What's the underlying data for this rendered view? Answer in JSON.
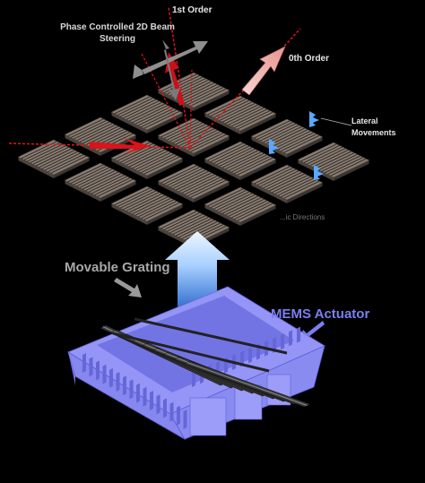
{
  "labels": {
    "phase_steering": "Phase Controlled 2D Beam Steering",
    "first_order": "1st Order",
    "zero_order": "0th Order",
    "lateral_movements": "Lateral Movements",
    "movable_grating": "Movable Grating",
    "mems_actuator": "MEMS Actuator",
    "partial_text": "...ic Directions"
  },
  "colors": {
    "background": "#000000",
    "grating_tile": "#8a7d72",
    "beam_red": "#e0151a",
    "beam_pink": "#f3b9b6",
    "actuator_blue": "#8e8ff7",
    "arrow_gradient_top": "#e9f3ff",
    "arrow_gradient_bottom": "#3d7fd9",
    "lateral_arrow": "#5aa8ff",
    "steering_arrow": "#8c8c8c"
  },
  "icons": [
    "steering-cross-arrow-icon",
    "lateral-move-arrow-icon",
    "lift-arrow-icon"
  ]
}
